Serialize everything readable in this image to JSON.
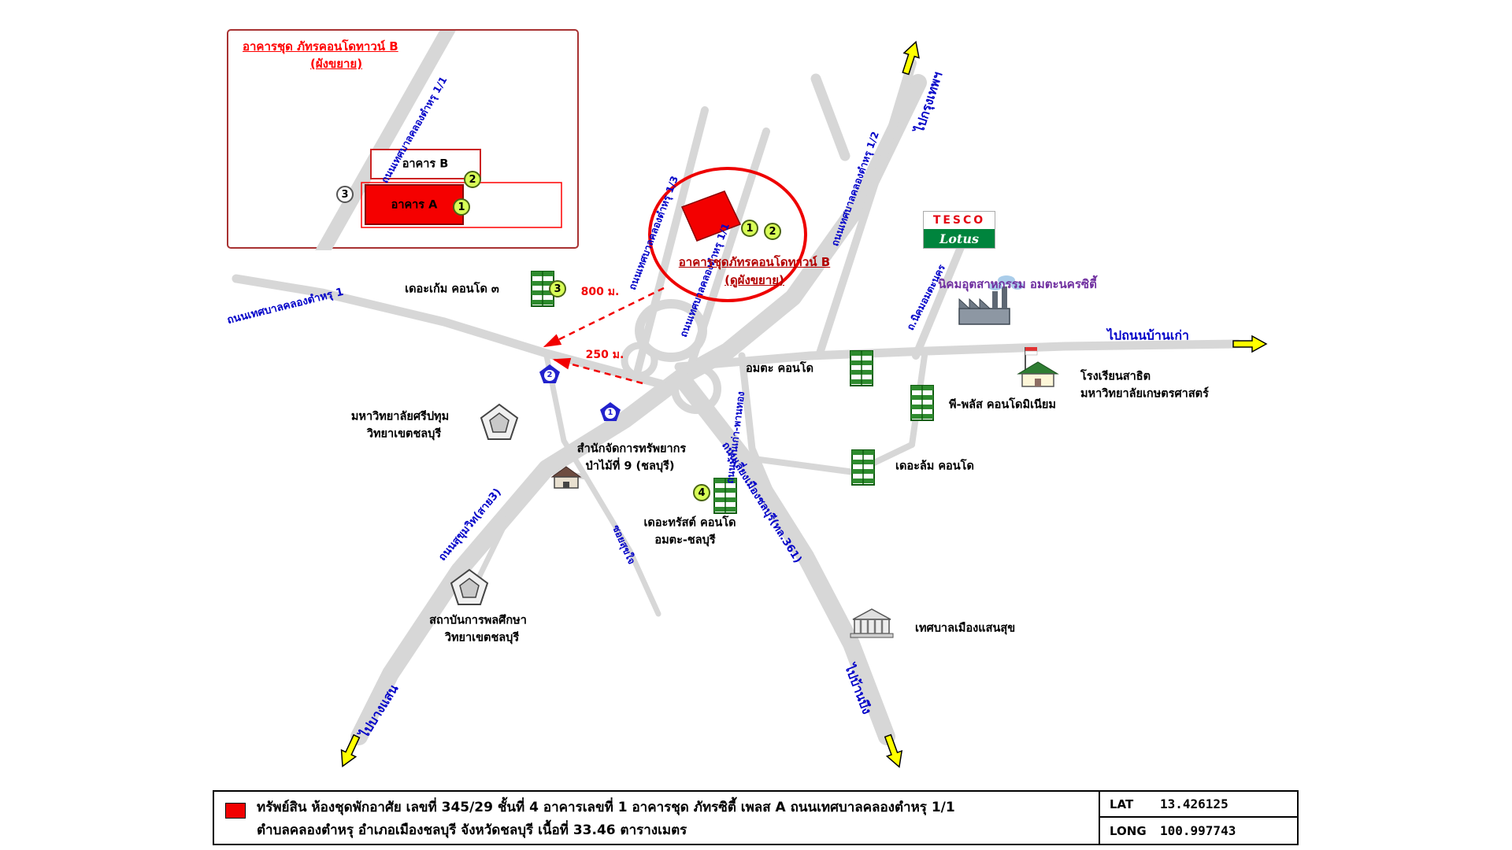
{
  "inset": {
    "title": "อาคารชุด ภัทรคอนโดทาวน์ B",
    "subtitle": "(ผังขยาย)",
    "road": "ถนนเทศบาลคลองตำหรุ 1/1",
    "building_b": "อาคาร B",
    "building_a": "อาคาร A"
  },
  "subject": {
    "name": "อาคารชุดภัทรคอนโดทาวน์ B",
    "note": "(ดูผังขยาย)",
    "dist_800": "800 ม.",
    "dist_250": "250 ม."
  },
  "markers": {
    "m1": "1",
    "m2": "2",
    "m3": "3",
    "m4": "4"
  },
  "roads": {
    "kt1": "ถนนเทศบาลคลองตำหรุ 1",
    "kt1_1": "ถนนเทศบาลคลองตำหรุ 1/1",
    "kt1_2": "ถนนเทศบาลคลองตำหรุ 1/2",
    "kt1_3": "ถนนเทศบาลคลองตำหรุ 1/3",
    "amata": "ถ.นิคมอมตะนคร",
    "sukhumvit": "ถนนสุขุมวิท(สาย3)",
    "bypass": "ถนนเลี่ยงเมืองชลบุรี(ทล.361)",
    "bankao": "ถนนบ้านเก่า-พานทอง",
    "soi": "ซอยสุขใจ"
  },
  "directions": {
    "to_bangkok": "ไปกรุงเทพฯ",
    "to_bankao_road": "ไปถนนบ้านเก่า",
    "to_bangsaen": "ไปบางแสน",
    "to_banbueng": "ไปบ้านบึง"
  },
  "places": {
    "tesco": "TESCO",
    "lotus": "Lotus",
    "estate": "นิคมอุตสาหกรรม อมตะนครซิตี้",
    "kem": "เดอะเก้ม คอนโด ๓",
    "amata_condo": "อมตะ คอนโด",
    "pplus": "พี-พลัส คอนโดมิเนียม",
    "thelum": "เดอะล้ม คอนโด",
    "trust1": "เดอะทรัสต์ คอนโด",
    "trust2": "อมตะ-ชลบุรี",
    "sripatum1": "มหาวิทยาลัยศรีปทุม",
    "sripatum2": "วิทยาเขตชลบุรี",
    "forest1": "สำนักจัดการทรัพยากร",
    "forest2": "ป่าไม้ที่ 9 (ชลบุรี)",
    "satit1": "โรงเรียนสาธิต",
    "satit2": "มหาวิทยาลัยเกษตรศาสตร์",
    "sport1": "สถาบันการพลศึกษา",
    "sport2": "วิทยาเขตชลบุรี",
    "saensuk": "เทศบาลเมืองแสนสุข"
  },
  "legend": {
    "line1": "ทรัพย์สิน ห้องชุดพักอาศัย เลขที่ 345/29 ชั้นที่ 4 อาคารเลขที่ 1 อาคารชุด ภัทรซิตี้ เพลส A ถนนเทศบาลคลองตำหรุ 1/1",
    "line2": "ตำบลคลองตำหรุ อำเภอเมืองชลบุรี จังหวัดชลบุรี เนื้อที่ 33.46 ตารางเมตร",
    "lat_label": "LAT",
    "lat_value": "13.426125",
    "long_label": "LONG",
    "long_value": "100.997743"
  },
  "colors": {
    "road_gray": "#d7d7d7",
    "road_text_blue": "#0202c8",
    "subject_red": "#f20000",
    "marker_green": "#d8ff57",
    "estate_purple": "#7030a0",
    "arrow_yellow": "#ffff00",
    "tesco_red": "#e30613",
    "lotus_green": "#00843d"
  }
}
